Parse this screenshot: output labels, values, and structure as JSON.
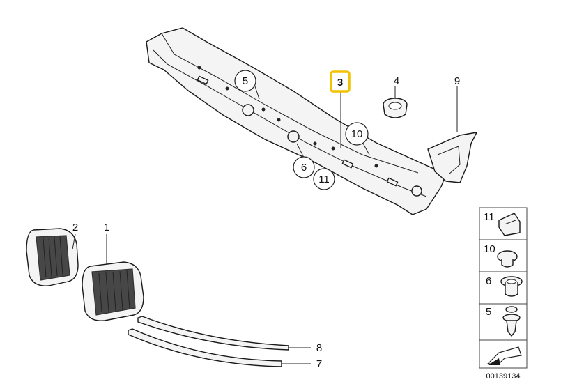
{
  "callouts": {
    "c1": "1",
    "c2": "2",
    "c3": "3",
    "c4": "4",
    "c5": "5",
    "c6": "6",
    "c7": "7",
    "c8": "8",
    "c9": "9",
    "c10": "10",
    "c11": "11"
  },
  "highlight_color": "#f2c200",
  "legend": {
    "items": [
      {
        "label": "11",
        "icon": "clip-icon"
      },
      {
        "label": "10",
        "icon": "plug-icon"
      },
      {
        "label": "6",
        "icon": "grommet-icon"
      },
      {
        "label": "5",
        "icon": "push-rivet-icon"
      }
    ]
  },
  "diagram_code": "00139134"
}
